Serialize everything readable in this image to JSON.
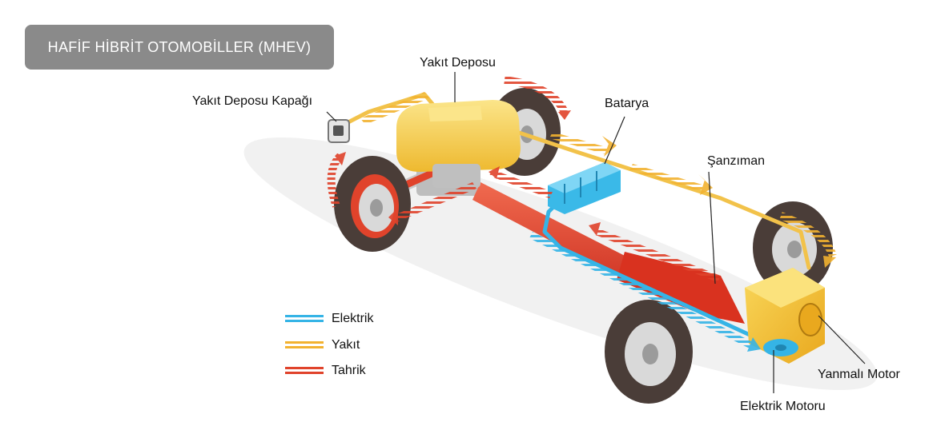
{
  "title": "HAFİF HİBRİT OTOMOBİLLER (MHEV)",
  "labels": {
    "fuel_cap": "Yakıt Deposu Kapağı",
    "fuel_tank": "Yakıt Deposu",
    "battery": "Batarya",
    "transmission": "Şanzıman",
    "engine": "Yanmalı Motor",
    "electric_motor": "Elektrik Motoru"
  },
  "legend": [
    {
      "label": "Elektrik",
      "color": "#35b4e6"
    },
    {
      "label": "Yakıt",
      "color": "#f2b230"
    },
    {
      "label": "Tahrik",
      "color": "#e0432b"
    }
  ],
  "colors": {
    "electric": "#35b4e6",
    "fuel": "#f2b230",
    "drive": "#e0432b",
    "tank": "#f7d35a",
    "battery": "#3ab9e8",
    "badge": "#8a8a8a"
  }
}
